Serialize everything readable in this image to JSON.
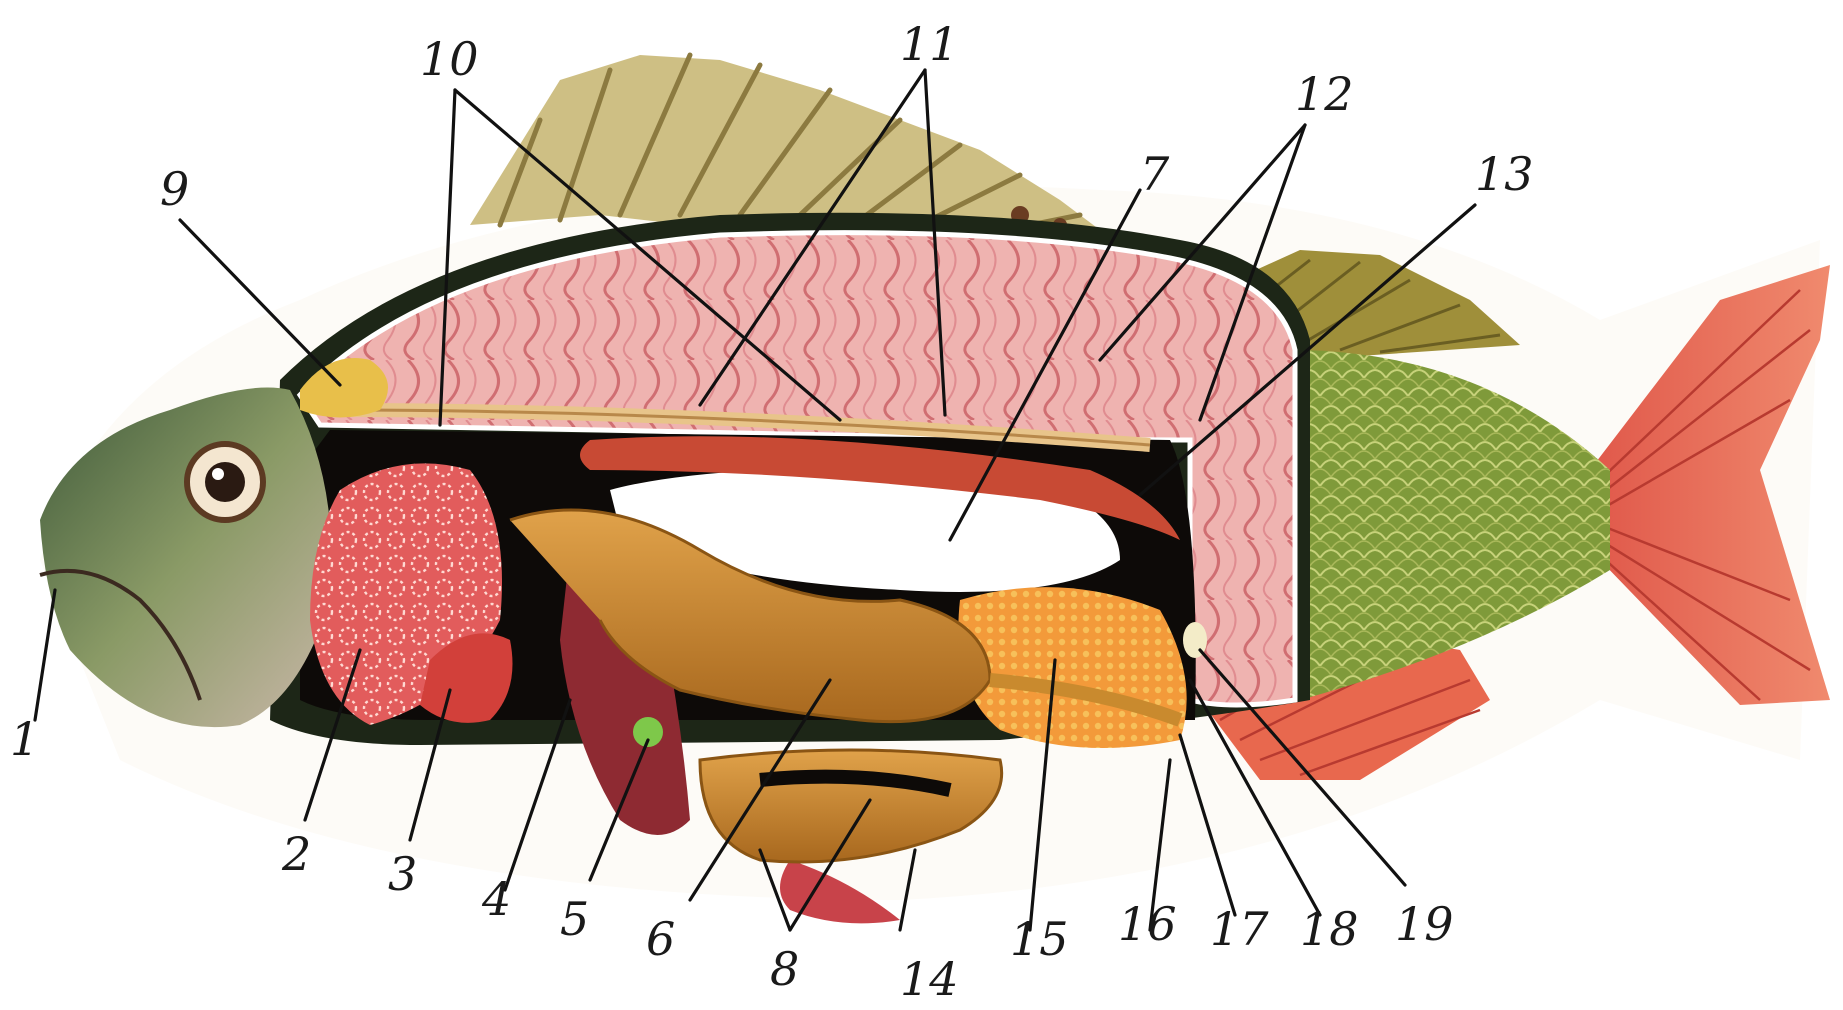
{
  "diagram": {
    "labels": [
      "1",
      "2",
      "3",
      "4",
      "5",
      "6",
      "7",
      "8",
      "9",
      "10",
      "11",
      "12",
      "13",
      "14",
      "15",
      "16",
      "17",
      "18",
      "19"
    ]
  },
  "colors": {
    "muscle": "#e8a0a0",
    "muscle_stripe": "#c8646a",
    "body_cavity": "#0d0a08",
    "gut": "#c98a2e",
    "gut_dark": "#9a6418",
    "gills": "#e05a5a",
    "liver": "#8e2a32",
    "swim_bladder": "#ffffff",
    "kidney": "#c84a34",
    "scales": "#7f9a3a",
    "fins_red": "#e8684e",
    "fins_olive": "#a8973e",
    "head": "#6d7e4c",
    "gall_bladder": "#7ec84a",
    "gonad": "#f0a040"
  }
}
